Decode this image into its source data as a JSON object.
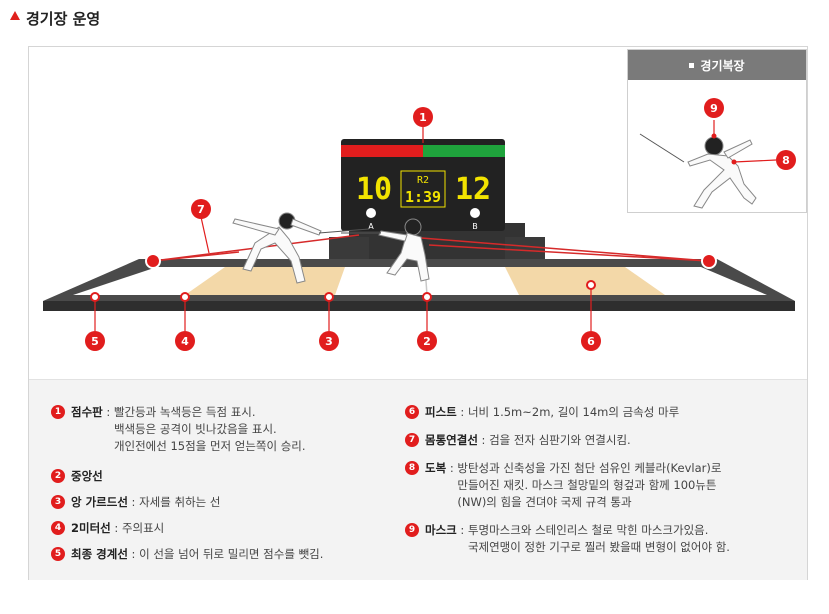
{
  "title": "경기장 운영",
  "scoreboard": {
    "left_score": "10",
    "right_score": "12",
    "round": "R2",
    "time": "1:39",
    "left_label": "A",
    "right_label": "B"
  },
  "inset": {
    "title": "경기복장"
  },
  "markers": [
    "1",
    "2",
    "3",
    "4",
    "5",
    "6",
    "7",
    "8",
    "9"
  ],
  "legend": {
    "left": [
      {
        "num": "1",
        "term": "점수판",
        "lines": [
          "빨간등과 녹색등은 득점 표시.",
          "백색등은 공격이 빗나갔음을 표시.",
          "개인전에선 15점을 먼저 얻는쪽이 승리."
        ]
      },
      {
        "num": "2",
        "term": "중앙선",
        "lines": []
      },
      {
        "num": "3",
        "term": "앙 가르드선",
        "lines": [
          "자세를 취하는 선"
        ]
      },
      {
        "num": "4",
        "term": "2미터선",
        "lines": [
          "주의표시"
        ]
      },
      {
        "num": "5",
        "term": "최종 경계선",
        "lines": [
          "이 선을 넘어 뒤로 밀리면 점수를 뺏김."
        ]
      }
    ],
    "right": [
      {
        "num": "6",
        "term": "피스트",
        "lines": [
          "너비 1.5m~2m, 길이 14m의 금속성 마루"
        ]
      },
      {
        "num": "7",
        "term": "몸통연결선",
        "lines": [
          "검을 전자 심판기와 연결시킴."
        ]
      },
      {
        "num": "8",
        "term": "도복",
        "lines": [
          "방탄성과 신축성을 가진 첨단 섬유인 케블라(Kevlar)로",
          "만들어진 재킷. 마스크 철망밑의 형겊과 함께 100뉴튼",
          "(NW)의 힘을 견뎌야 국제 규격 통과"
        ]
      },
      {
        "num": "9",
        "term": "마스크",
        "lines": [
          "투명마스크와 스테인리스 철로 막힌 마스크가있음.",
          "국제연맹이 정한 기구로 찔러 봤을때 변형이 없어야 함."
        ]
      }
    ]
  },
  "colors": {
    "accent": "#e11d1d",
    "green": "#1fa33c",
    "digit": "#f2e300",
    "piste": "#4a4a4a",
    "zone": "#f3d8a8"
  }
}
